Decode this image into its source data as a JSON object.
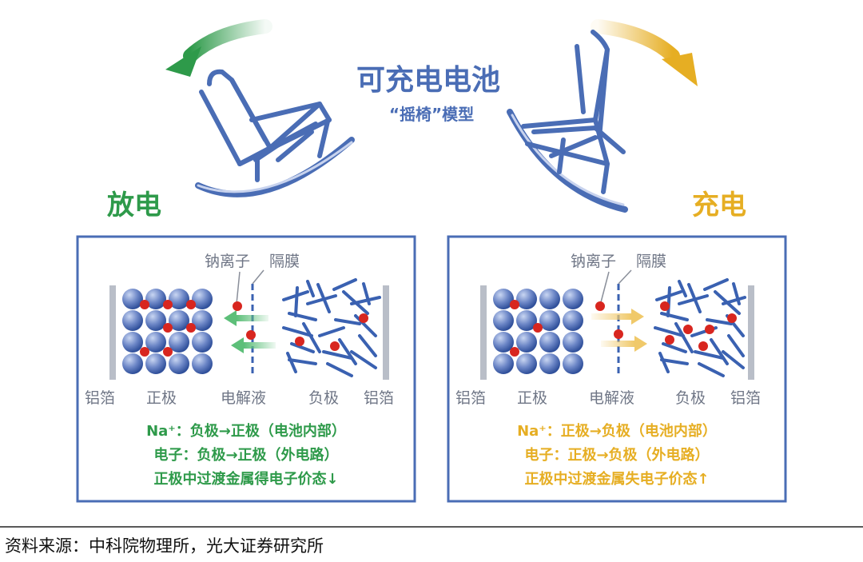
{
  "header": {
    "title": "可充电电池",
    "subtitle": "“摇椅”模型"
  },
  "discharge": {
    "label": "放电",
    "ion_label": "钠离子",
    "separator_label": "隔膜",
    "bottom_labels": [
      "铝箔",
      "正极",
      "电解液",
      "负极",
      "铝箔"
    ],
    "lines": [
      "Na⁺：负极→正极（电池内部）",
      "电子：负极→正极（外电路）",
      "正极中过渡金属得电子价态↓"
    ]
  },
  "charge": {
    "label": "充电",
    "ion_label": "钠离子",
    "separator_label": "隔膜",
    "bottom_labels": [
      "铝箔",
      "正极",
      "电解液",
      "负极",
      "铝箔"
    ],
    "lines": [
      "Na⁺：正极→负极（电池内部）",
      "电子：正极→负极（外电路）",
      "正极中过渡金属失电子价态↑"
    ]
  },
  "footer": {
    "source": "资料来源：中科院物理所，光大证券研究所"
  },
  "colors": {
    "chair_blue": "#4a6db5",
    "discharge_green": "#2e9a4a",
    "charge_gold": "#e6ae23",
    "ion_red": "#d8261f"
  }
}
